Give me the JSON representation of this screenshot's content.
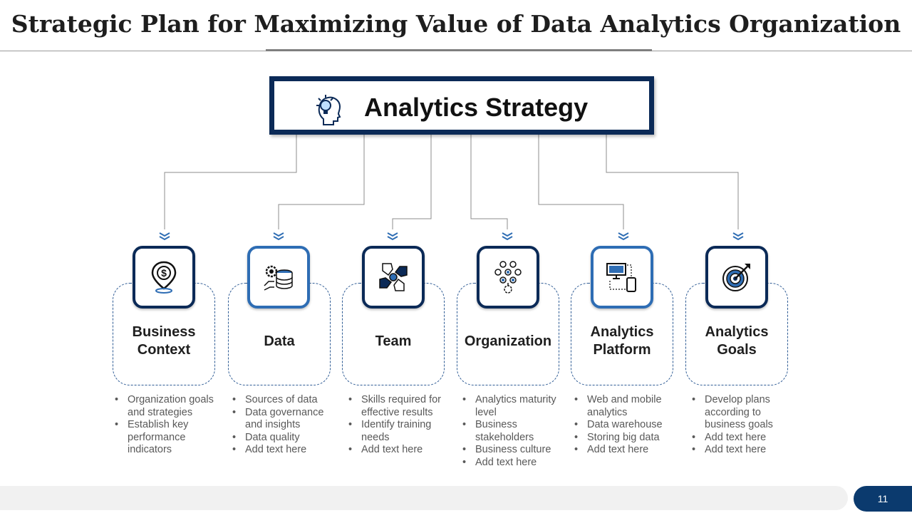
{
  "title": "Strategic Plan for Maximizing Value of Data Analytics Organization",
  "strategy": {
    "label": "Analytics Strategy",
    "icon": "head-lightbulb-icon"
  },
  "colors": {
    "navy": "#0b2a57",
    "blue": "#2e6db4",
    "bullet_text": "#595959",
    "page_pill": "#0b3a6e"
  },
  "pillars": [
    {
      "title": "Business Context",
      "icon": "location-dollar-icon",
      "bullets": [
        "Organization goals and strategies",
        "Establish key performance indicators"
      ]
    },
    {
      "title": "Data",
      "icon": "gear-database-icon",
      "bullets": [
        "Sources of data",
        "Data governance and insights",
        "Data quality",
        "Add text here"
      ]
    },
    {
      "title": "Team",
      "icon": "joined-hands-icon",
      "bullets": [
        "Skills required for effective results",
        "Identify training needs",
        "Add text here"
      ]
    },
    {
      "title": "Organization",
      "icon": "org-structure-icon",
      "bullets": [
        "Analytics maturity level",
        "Business stakeholders",
        "Business culture",
        "Add text here"
      ]
    },
    {
      "title": "Analytics Platform",
      "icon": "devices-icon",
      "bullets": [
        "Web and mobile analytics",
        "Data warehouse",
        "Storing big data",
        "Add text here"
      ]
    },
    {
      "title": "Analytics Goals",
      "icon": "target-icon",
      "bullets": [
        "Develop plans according to business goals",
        "Add text here",
        "Add text here"
      ]
    }
  ],
  "page_number": "11"
}
